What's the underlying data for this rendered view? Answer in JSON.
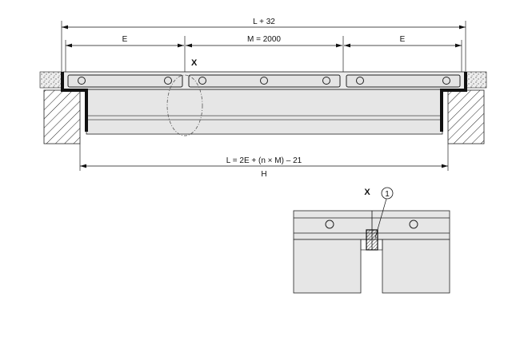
{
  "dimensions": {
    "overall": "L + 32",
    "end_left": "E",
    "middle": "M = 2000",
    "end_right": "E",
    "length_formula": "L = 2E + (n × M) – 21",
    "height": "H"
  },
  "detail": {
    "marker": "X",
    "callout": "1"
  },
  "colors": {
    "body": "#e6e6e6",
    "line": "#222222"
  }
}
